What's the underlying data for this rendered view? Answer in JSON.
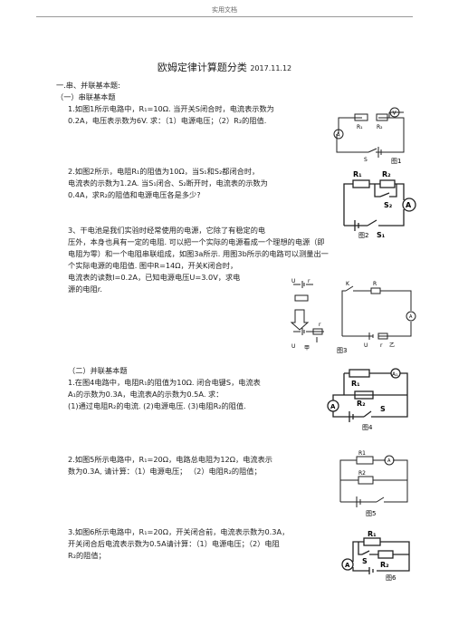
{
  "header": {
    "text": "实用文档"
  },
  "title": {
    "main": "欧姆定律计算题分类",
    "date": "2017.11.12"
  },
  "section1": {
    "heading": "一.串、并联基本题:",
    "sub1": "（一）串联基本题",
    "q1": [
      "1.如图1所示电路中，R₁=10Ω. 当开关S闭合时，电流表示数为",
      "0.2A，电压表示数为6V. 求：（1）电源电压；（2）R₂的阻值."
    ],
    "q2": [
      "2.如图2所示，电阻R₁的阻值为10Ω，当S₁和S₂都闭合时，",
      "电流表的示数为1.2A. 当S₁闭合、S₂断开时，电流表的示数为",
      "0.4A，求R₂的阻值和电源电压各是多少?"
    ],
    "q3": [
      "3、干电池是我们实验时经常使用的电源，它除了有稳定的电",
      "压外，本身也具有一定的电阻. 可以把一个实际的电源看成一个理想的电源（即",
      "电阻为零）和一个电阻串联组成，如图3a所示. 用图3b所示的电路可以测量出一",
      "个实际电源的电阻值. 图中R=14Ω，开关K闭合时，",
      "电流表的读数I=0.2A，已知电源电压U=3.0V，求电",
      "源的电阻r."
    ],
    "sub2": "（二）并联基本题",
    "q4": [
      "1.在图4电路中，电阻R₁的阻值为10Ω. 闭合电键S，电流表",
      "A₁的示数为0.3A，电流表A的示数为0.5A. 求：",
      "(1)通过电阻R₂的电流. (2)电源电压. (3)电阻R₂的阻值."
    ],
    "q5": [
      "2.如图5所示电路中，R₁=20Ω，电路总电阻为12Ω，电流表示",
      "数为0.3A,    请计算：（1）电源电压；  （2）电阻R₂的阻值；"
    ],
    "q6": [
      "3.如图6所示电路中，R₁=20Ω，开关闭合前，电流表示数为0.3A，",
      "开关闭合后电流表示数为0.5A请计算：（1）电源电压；（2）电阻",
      "R₂的阻值；"
    ]
  },
  "figures": {
    "fig1": {
      "caption": "图1",
      "labels": [
        "V",
        "A",
        "R₁",
        "R₂",
        "S"
      ]
    },
    "fig2": {
      "caption": "图2",
      "labels": [
        "R₁",
        "R₂",
        "S₂",
        "A",
        "S₁"
      ]
    },
    "fig3": {
      "caption": "图3",
      "labels": [
        "U",
        "r",
        "U",
        "r",
        "R",
        "K",
        "A",
        "U",
        "r",
        "甲",
        "乙"
      ]
    },
    "fig4": {
      "caption": "图4",
      "labels": [
        "R₁",
        "A₁",
        "R₂",
        "A",
        "S"
      ]
    },
    "fig5": {
      "caption": "图5",
      "labels": [
        "R1",
        "A",
        "R2"
      ]
    },
    "fig6": {
      "caption": "图6",
      "labels": [
        "R₁",
        "A",
        "S",
        "R₂"
      ]
    }
  }
}
